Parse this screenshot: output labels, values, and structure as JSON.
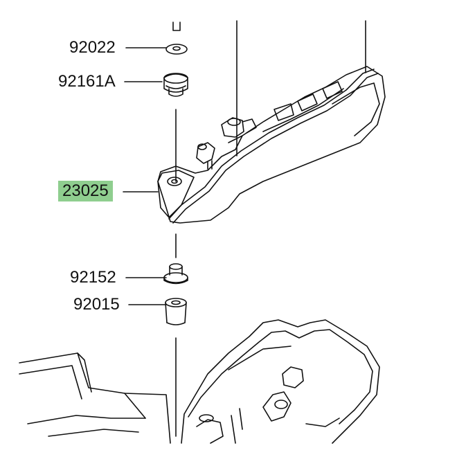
{
  "diagram": {
    "highlight_color": "#8fce8f",
    "line_color": "#111111",
    "parts": [
      {
        "id": "p92022",
        "number": "92022",
        "highlighted": false
      },
      {
        "id": "p92161A",
        "number": "92161A",
        "highlighted": false
      },
      {
        "id": "p23025",
        "number": "23025",
        "highlighted": true
      },
      {
        "id": "p92152",
        "number": "92152",
        "highlighted": false
      },
      {
        "id": "p92015",
        "number": "92015",
        "highlighted": false
      }
    ]
  }
}
